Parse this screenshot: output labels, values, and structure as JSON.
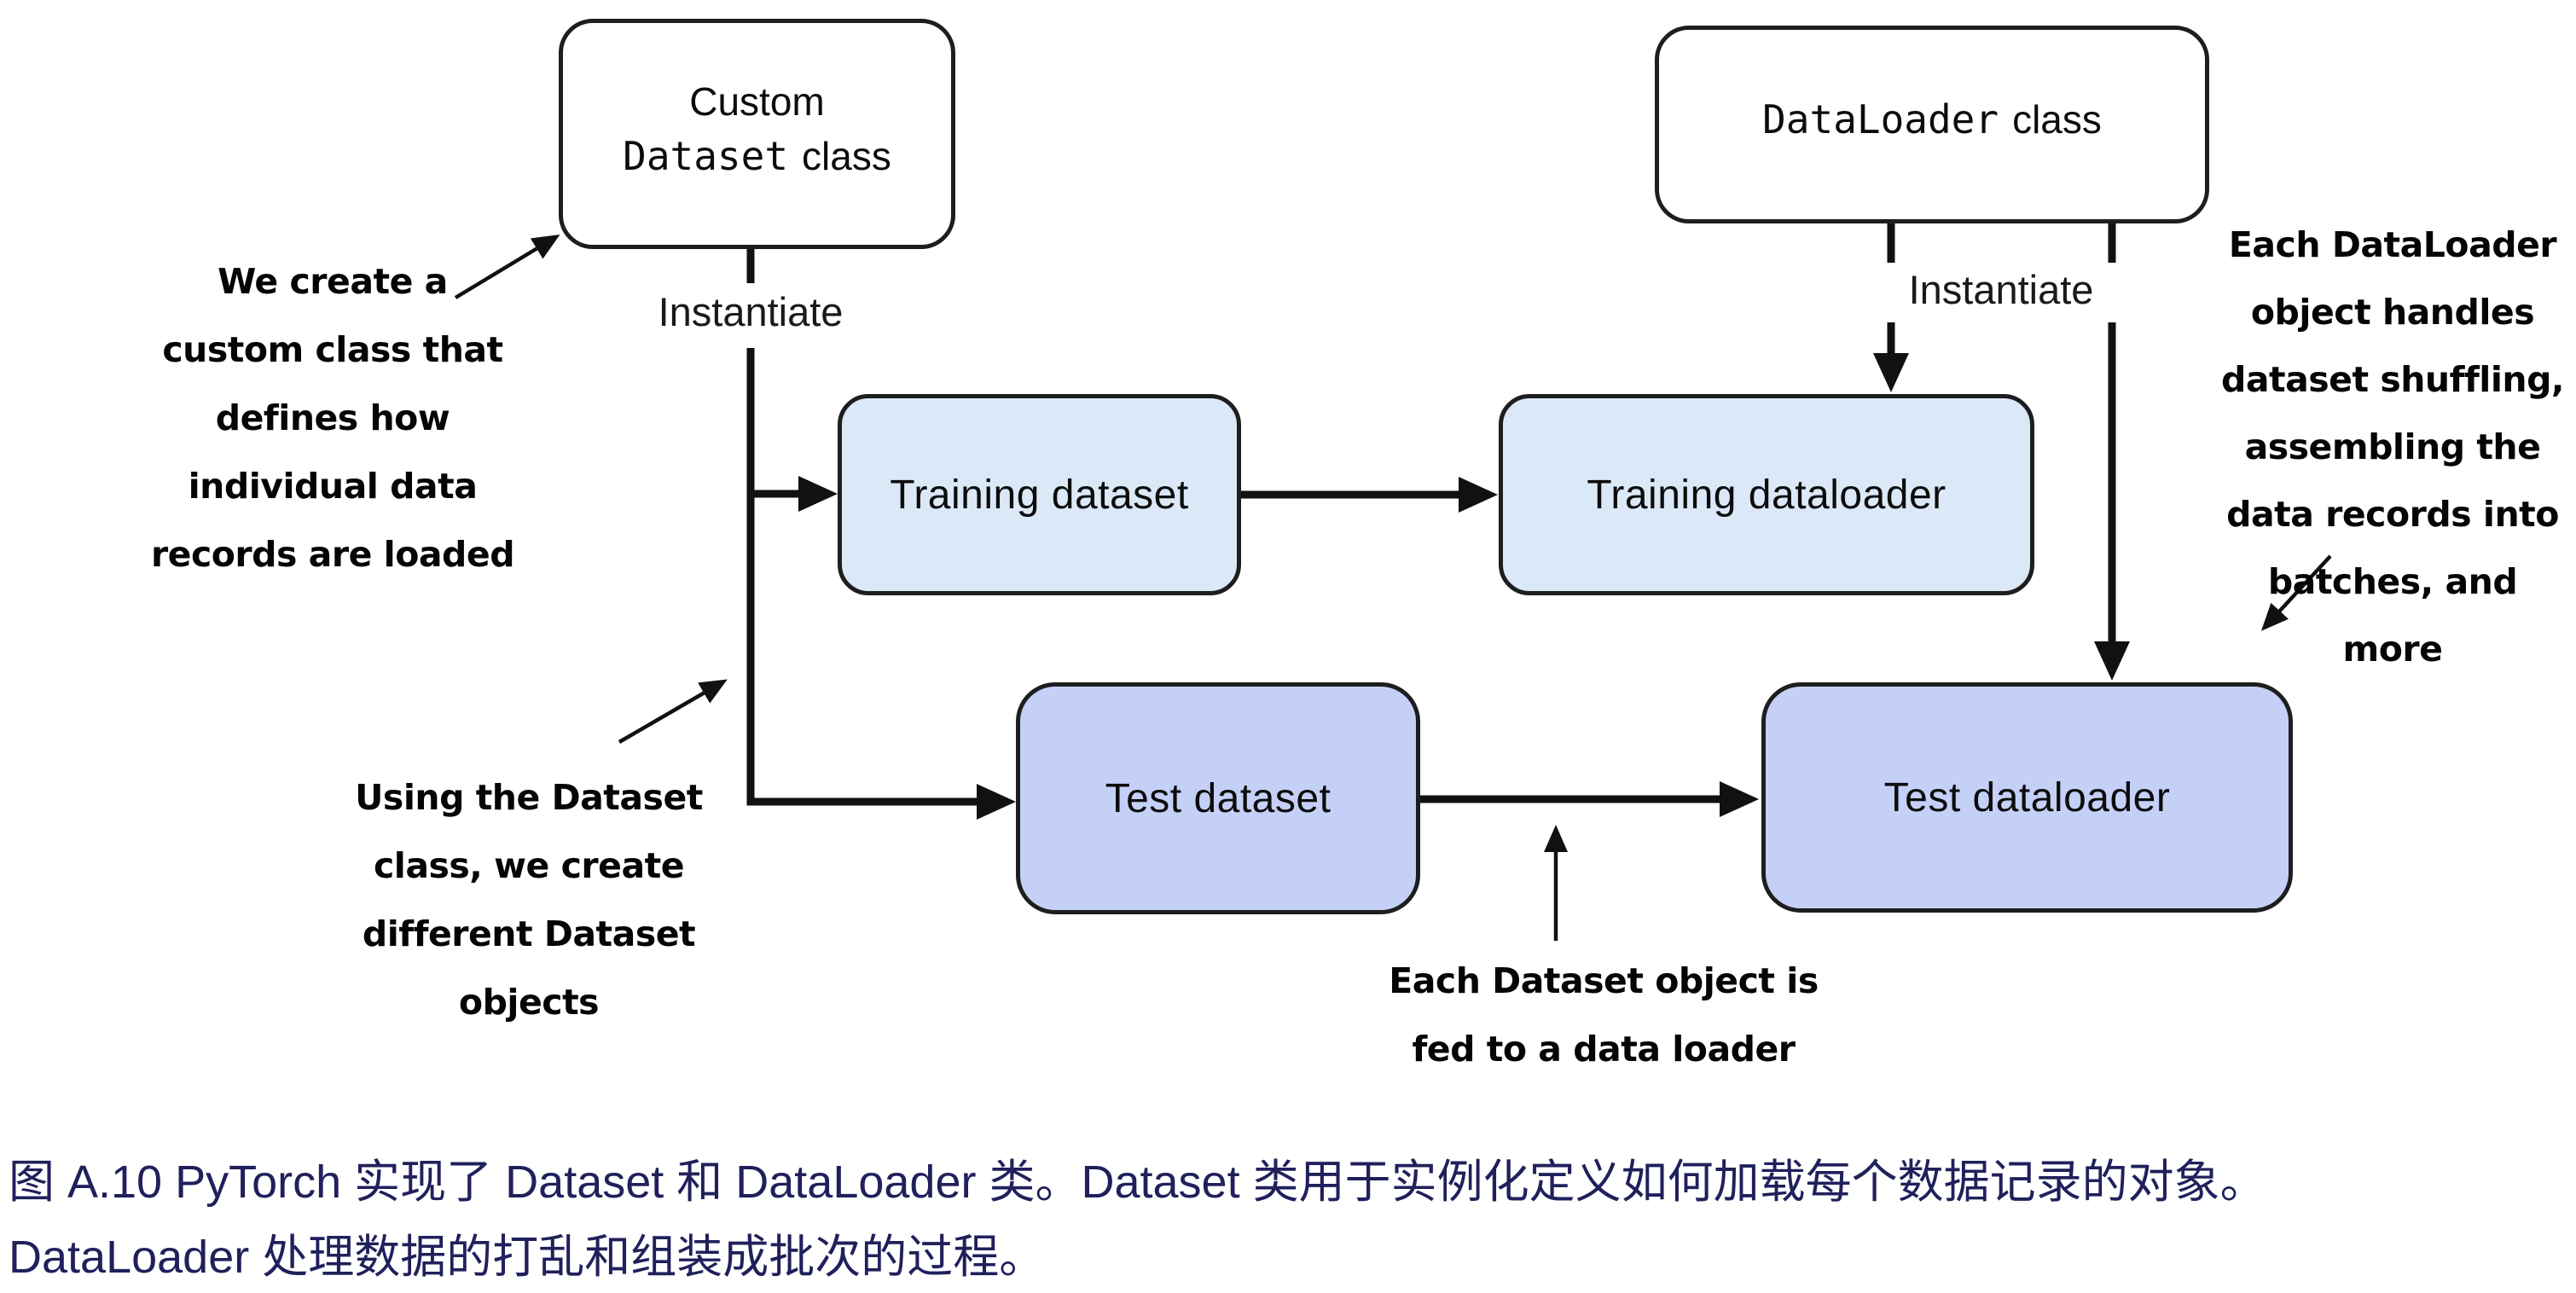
{
  "figure": {
    "boxes": {
      "custom_dataset": {
        "title_plain": "Custom",
        "title_code": "Dataset",
        "title_suffix": "class"
      },
      "dataloader_class": {
        "title_code": "DataLoader",
        "title_suffix": "class"
      },
      "training_dataset": {
        "label": "Training dataset"
      },
      "training_dataloader": {
        "label": "Training dataloader"
      },
      "test_dataset": {
        "label": "Test dataset"
      },
      "test_dataloader": {
        "label": "Test dataloader"
      }
    },
    "edge_labels": {
      "instantiate_left": "Instantiate",
      "instantiate_right": "Instantiate"
    },
    "annotations": {
      "custom_class_note": "We create a\ncustom class that\ndefines how\nindividual data\nrecords are loaded",
      "dataset_objects_note": "Using the Dataset\nclass, we create\ndifferent Dataset\nobjects",
      "fed_to_loader_note": "Each Dataset object is\nfed to a data loader",
      "dataloader_note": "Each DataLoader\nobject handles\ndataset shuffling,\nassembling the\ndata records into\nbatches, and more"
    }
  },
  "caption": {
    "line1": "图 A.10 PyTorch 实现了 Dataset 和 DataLoader 类。Dataset 类用于实例化定义如何加载每个数据记录的对象。",
    "line2": "DataLoader 处理数据的打乱和组装成批次的过程。"
  },
  "colors": {
    "box_fill_light_blue": "#dbe8f7",
    "box_fill_periwinkle": "#c5d0f7",
    "box_border": "#1e1e1e",
    "arrow_black": "#111111",
    "caption_text": "#20205c"
  }
}
